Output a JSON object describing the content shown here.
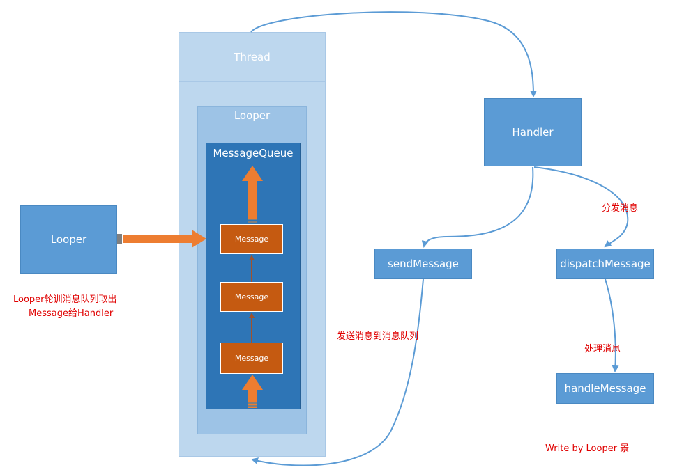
{
  "thread": {
    "title": "Thread"
  },
  "looper_inner": {
    "title": "Looper"
  },
  "message_queue": {
    "title": "MessageQueue",
    "messages": [
      "Message",
      "Message",
      "Message"
    ]
  },
  "looper_box": {
    "label": "Looper"
  },
  "handler_box": {
    "label": "Handler"
  },
  "send_box": {
    "label": "sendMessage"
  },
  "dispatch_box": {
    "label": "dispatchMessage"
  },
  "handle_box": {
    "label": "handleMessage"
  },
  "annotations": {
    "looper_desc_line1": "Looper轮训消息队列取出",
    "looper_desc_line2": "Message给Handler",
    "send_to_queue": "发送消息到消息队列",
    "dispatch": "分发消息",
    "handle": "处理消息",
    "signature": "Write by Looper 景"
  },
  "colors": {
    "box_blue": "#5b9bd5",
    "thread_bg": "#bdd7ee",
    "looper_bg": "#9dc3e6",
    "queue_bg": "#2e75b6",
    "message_bg": "#c55a11",
    "arrow_orange": "#ed7d31",
    "connector": "#5b9bd5",
    "annotation_red": "#e00000"
  }
}
